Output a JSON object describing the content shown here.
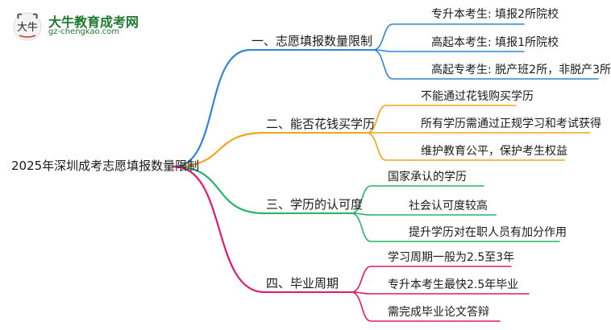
{
  "logo": {
    "title": "大牛教育成考网",
    "url": "gz-chengkao.com"
  },
  "root": {
    "label": "2025年深圳成考志愿填报数量限制"
  },
  "branches": [
    {
      "label": "一、志愿填报数量限制",
      "color": "#2f86d8",
      "leaves": [
        "专升本考生: 填报2所院校",
        "高起本考生: 填报1所院校",
        "高起专考生: 脱产班2所，非脱产3所"
      ]
    },
    {
      "label": "二、能否花钱买学历",
      "color": "#f2a516",
      "leaves": [
        "不能通过花钱购买学历",
        "所有学历需通过正规学习和考试获得",
        "维护教育公平，保护考生权益"
      ]
    },
    {
      "label": "三、学历的认可度",
      "color": "#25b36a",
      "leaves": [
        "国家承认的学历",
        "社会认可度较高",
        "提升学历对在职人员有加分作用"
      ]
    },
    {
      "label": "四、毕业周期",
      "color": "#e0196e",
      "leaves": [
        "学习周期一般为2.5至3年",
        "专升本考生最快2.5年毕业",
        "需完成毕业论文答辩"
      ]
    }
  ]
}
